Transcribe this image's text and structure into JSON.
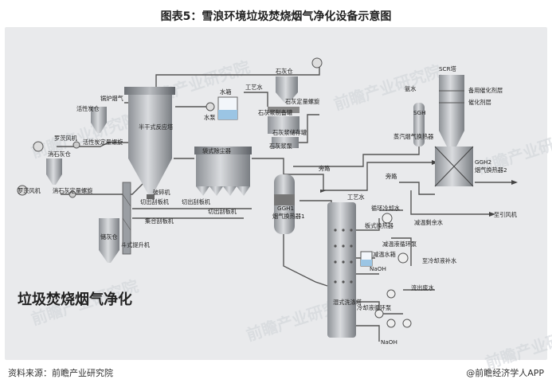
{
  "title": "图表5：雪浪环境垃圾焚烧烟气净化设备示意图",
  "caption": "垃圾焚烧烟气净化",
  "source": "资料来源：前瞻产业研究院",
  "brand": "@前瞻经济学人APP",
  "watermark": "前瞻产业研究院",
  "labels": {
    "boiler_flue": "锅炉烟气",
    "active_carbon": "活性炭仓",
    "roots_fan_1": "罗茨风机",
    "active_feeder": "活性炭定量螺旋",
    "slaked_lime_bin": "消石灰仓",
    "roots_fan_2": "罗茨风机",
    "slaked_lime_feeder": "消石灰定量螺旋",
    "reactor": "半干式反应塔",
    "water_tank": "水箱",
    "water_pump": "水泵",
    "process_water_1": "工艺水",
    "lime_bin": "石灰仓",
    "lime_feeder": "石灰定量螺旋",
    "lime_prep": "石灰浆制备罐",
    "lime_storage": "石灰浆储存罐",
    "lime_pump": "石灰浆泵",
    "bag_filter": "袋式除尘器",
    "breaker": "破碎机",
    "cut_valve": "切出刮板机",
    "cut_valve_2": "切出刮板机",
    "cut_valve_3": "切出刮板机",
    "collect_scraper": "集合刮板机",
    "ash_silo": "储灰仓",
    "bucket_elevator": "斗式提升机",
    "ggh1": "GGH1",
    "ggh1_name": "烟气换热器1",
    "bypass_1": "旁路",
    "bypass_2": "旁路",
    "ammonia": "氨水",
    "scr": "SCR塔",
    "spare_catalyst": "备用催化剂层",
    "catalyst": "催化剂层",
    "sgh": "SGH",
    "steam_heater": "蒸汽烟气换热器",
    "ggh2": "GGH2",
    "ggh2_name": "烟气换热器2",
    "to_fan": "至引风机",
    "process_water_2": "工艺水",
    "circ_cooling_water": "循环冷却水",
    "plate_exchanger": "板式换热器",
    "waste_water": "减温剩余水",
    "reduce_pump": "减温液循环泵",
    "cooling_supply": "至冷却液补水",
    "alkali_tank": "减温水箱",
    "naoh_1": "NaOH",
    "wet_tower": "湿式洗涤塔",
    "cool_pump": "冷却液循环泵",
    "naoh_2": "NaOH",
    "effluent": "流出废水"
  }
}
